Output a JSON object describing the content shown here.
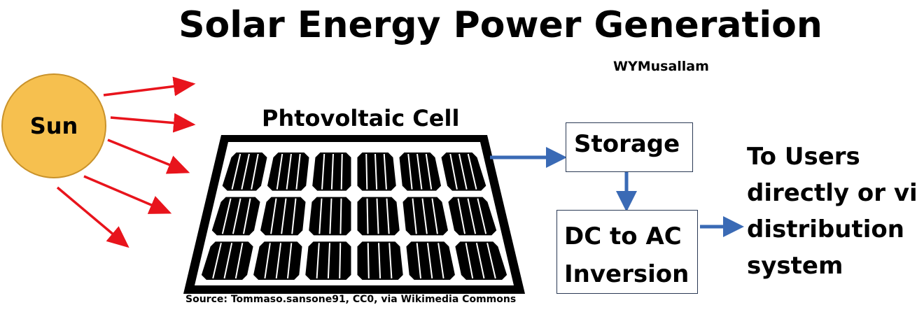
{
  "title": "Solar Energy Power Generation",
  "author": "WYMusallam",
  "sun": {
    "label": "Sun",
    "color": "#f6c04f"
  },
  "panel": {
    "label": "Phtovoltaic Cell",
    "rows": 3,
    "columns": 6
  },
  "storage": {
    "label": "Storage"
  },
  "inversion": {
    "label": "DC to AC\nInversion"
  },
  "users": {
    "label": "To Users\ndirectly or via\ndistribution\nsystem"
  },
  "source": "Source: Tommaso.sansone91, CC0, via Wikimedia Commons",
  "colors": {
    "sun_rays": "#e8141c",
    "flow_arrows": "#3a6ab5"
  }
}
